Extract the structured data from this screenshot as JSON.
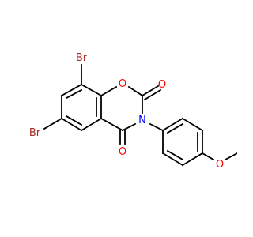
{
  "molecule": {
    "colors": {
      "carbon_bond": "#000000",
      "bromine": "#a52a2a",
      "oxygen": "#ff0000",
      "nitrogen": "#0000ff",
      "background": "#ffffff"
    },
    "atoms": {
      "br_top": "Br",
      "br_left": "Br",
      "o_ring": "O",
      "o_carbonyl_right": "O",
      "o_carbonyl_bottom": "O",
      "n_ring": "N",
      "o_methoxy": "O"
    }
  }
}
